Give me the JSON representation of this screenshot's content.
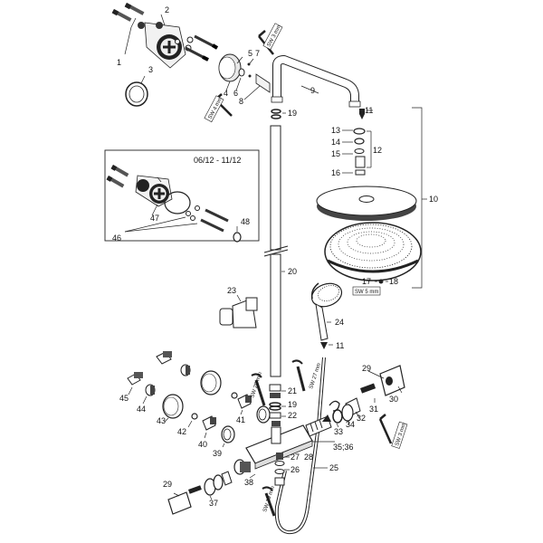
{
  "inset_label": "06/12 - 11/12",
  "callouts": [
    "1",
    "2",
    "3",
    "4",
    "5",
    "6",
    "7",
    "8",
    "9",
    "10",
    "11",
    "12",
    "13",
    "14",
    "15",
    "16",
    "17",
    "18",
    "19",
    "20",
    "21",
    "22",
    "23",
    "24",
    "25",
    "26",
    "27",
    "28",
    "29",
    "30",
    "31",
    "32",
    "33",
    "34",
    "35;36",
    "37",
    "38",
    "39",
    "40",
    "41",
    "42",
    "43",
    "44",
    "45",
    "46",
    "47",
    "48"
  ],
  "wrench_labels": [
    "SW 3 mm",
    "SW 4 mm",
    "SW 5 mm",
    "SW 20 mm",
    "SW 27 mm",
    "SW 19 mm",
    "SW 3 mm"
  ]
}
